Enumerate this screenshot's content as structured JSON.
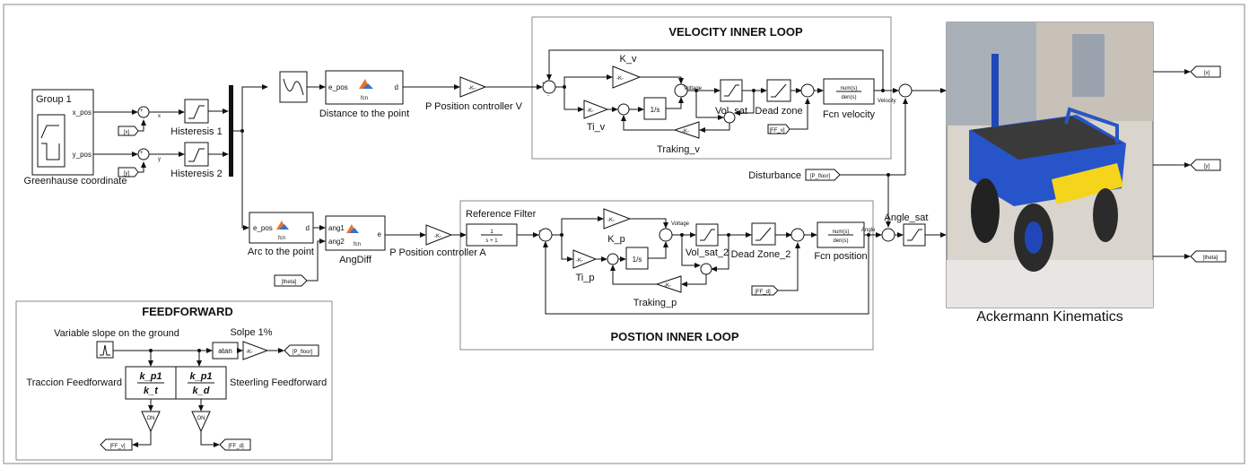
{
  "diagram": {
    "frames": {
      "velocity_loop_title": "VELOCITY INNER LOOP",
      "position_loop_title": "POSTION INNER LOOP",
      "feedforward_title": "FEEDFORWARD",
      "vehicle_caption": "Ackermann Kinematics"
    },
    "group": {
      "title": "Group 1",
      "port_x": "x_pos",
      "port_y": "y_pos",
      "caption": "Greenhause coordinate"
    },
    "hysteresis": [
      "Histeresis 1",
      "Histeresis 2"
    ],
    "signals": {
      "x": "x",
      "y": "y",
      "voltage": "Voltage",
      "velocity": "Velocity",
      "angle": "Angle"
    },
    "tags": {
      "x_in": "[x]",
      "y_in": "[y]",
      "theta_in": "[theta]",
      "ffv_in": "[FF_v]",
      "ffd_in": "[FF_d]",
      "pfloor_in": "[P_floor]",
      "x_out": "[x]",
      "y_out": "[y]",
      "theta_out": "[theta]",
      "pfloor_out": "[P_floor]",
      "ffv_out": "[FF_v]",
      "ffd_out": "[FF_d]"
    },
    "fcn_blocks": {
      "dist_in": "e_pos",
      "dist_out": "d",
      "dist_caption": "Distance to the point",
      "arc_in": "e_pos",
      "arc_out": "d",
      "arc_caption": "Arc to the point",
      "ang_in1": "ang1",
      "ang_in2": "ang2",
      "ang_out": "e",
      "ang_caption": "AngDiff",
      "fcn": "fcn"
    },
    "gains": {
      "k": "-K-",
      "pv_caption": "P Position controller V",
      "pa_caption": "P Position controller A",
      "kv": "K_v",
      "tiv": "Ti_v",
      "kp": "K_p",
      "tip": "Ti_p",
      "traking_v": "Traking_v",
      "traking_p": "Traking_p"
    },
    "integrator": "1/s",
    "saturations": {
      "vol_sat": "Vol_sat",
      "vol_sat2": "Vol_sat_2",
      "angle_sat": "Angle_sat"
    },
    "dead_zones": {
      "velocity": "Dead zone",
      "position": "Dead Zone_2"
    },
    "transfer_fcn": {
      "num": "num(s)",
      "den": "den(s)",
      "velocity_caption": "Fcn velocity",
      "position_caption": "Fcn position"
    },
    "reference_filter": {
      "caption": "Reference Filter",
      "num": "1",
      "den": "s + 1"
    },
    "disturbance": "Disturbance",
    "feedforward": {
      "slope_caption": "Variable slope on the ground",
      "slope_gain": "Solpe 1%",
      "atan": "atan",
      "tf_left_num": "k_p1",
      "tf_left_den": "k_t",
      "tf_right_num": "k_p1",
      "tf_right_den": "k_d",
      "left_caption": "Traccion Feedforward",
      "right_caption": "Steerling Feedforward",
      "switch": "ON"
    },
    "sum_signs": {
      "plus": "+",
      "minus": "-"
    },
    "colors": {
      "line": "#111111",
      "frame": "#8a8a8a",
      "fcn_icon_orange": "#e8742a",
      "fcn_icon_blue": "#3a6fc4",
      "vehicle_blue": "#1f47b8",
      "vehicle_yellow": "#f4d51c"
    }
  }
}
